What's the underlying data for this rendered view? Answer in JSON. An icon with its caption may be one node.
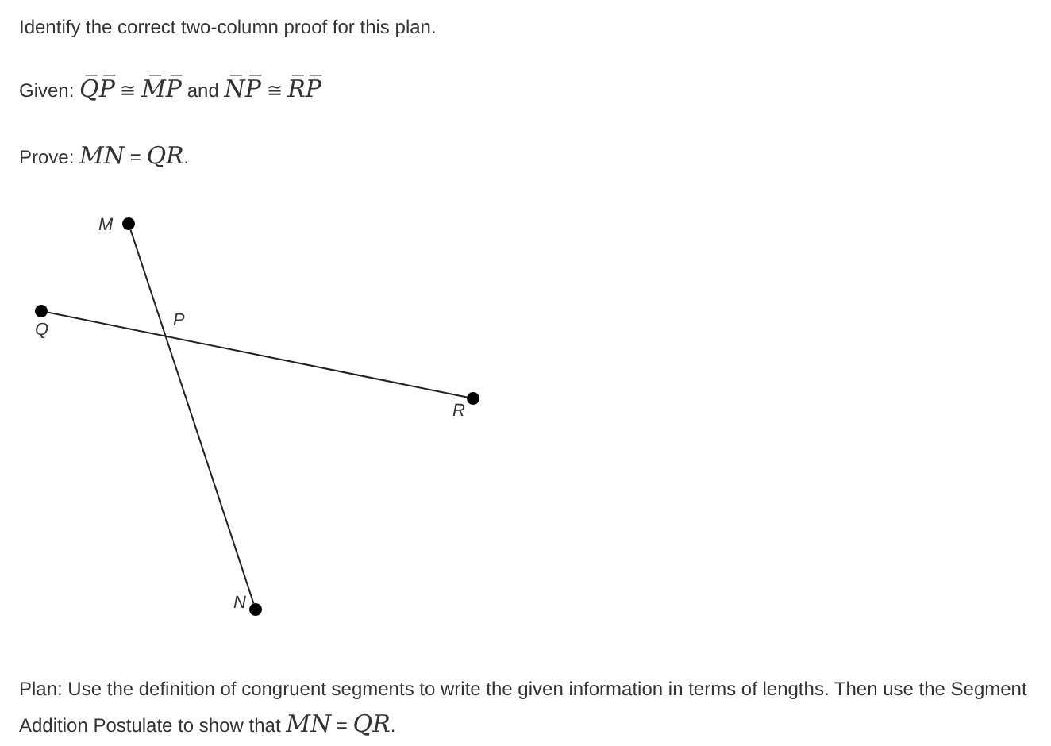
{
  "diagram": {
    "title": "Identify the correct two-column proof for this plan.",
    "nodes": [
      {
        "text": [],
        "shape": "circle",
        "beside": [
          "M"
        ]
      },
      {
        "text": [],
        "shape": "circle",
        "beside": [
          "Q"
        ]
      },
      {
        "text": [],
        "shape": "circle",
        "beside": [
          "R"
        ]
      },
      {
        "text": [],
        "shape": "circle",
        "beside": [
          "N"
        ]
      }
    ],
    "edges": [
      {
        "from": 0,
        "to": 3,
        "arrow": "none"
      },
      {
        "from": 1,
        "to": 2,
        "arrow": "none"
      }
    ],
    "labels": [
      "Given: *Q̅P̅* ≅ *M̅P̅* and *N̅P̅* ≅ *R̅P̅*",
      "Prove: *MN* = *QR*.",
      "P",
      "Plan: Use the definition of congruent segments to write the given information in terms of lengths. Then use the Segment Addition Postulate to show that *MN* = *QR*."
    ]
  }
}
